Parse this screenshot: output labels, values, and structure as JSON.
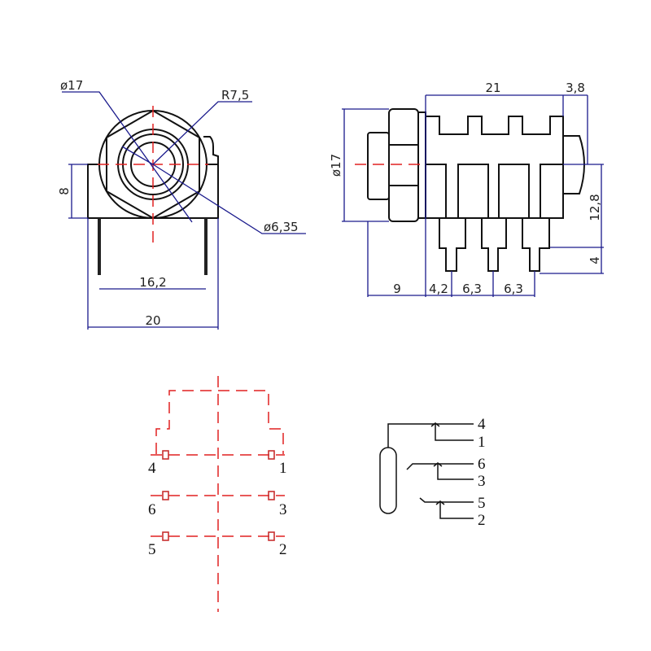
{
  "front_view": {
    "dims": {
      "outer_diameter": "ø17",
      "radius": "R7,5",
      "plug_diameter": "ø6,35",
      "height": "8",
      "pin_spacing": "16,2",
      "width": "20"
    }
  },
  "side_view": {
    "dims": {
      "diameter": "ø17",
      "body_length": "21",
      "tip": "3,8",
      "height": "12,8",
      "pin_length": "4",
      "nut": "9",
      "pitch1": "4,2",
      "pitch2": "6,3",
      "pitch3": "6,3"
    }
  },
  "pcb_layout": {
    "pins": {
      "p4": "4",
      "p1": "1",
      "p6": "6",
      "p3": "3",
      "p5": "5",
      "p2": "2"
    }
  },
  "schematic": {
    "pins": {
      "p4": "4",
      "p1": "1",
      "p6": "6",
      "p3": "3",
      "p5": "5",
      "p2": "2"
    }
  },
  "colors": {
    "outline": "#111111",
    "dimension": "#1a1a8c",
    "centerline": "#e02020"
  }
}
